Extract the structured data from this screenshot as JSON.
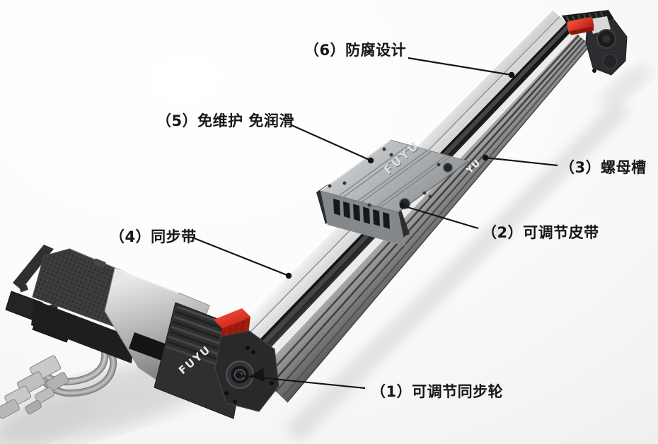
{
  "callouts": [
    {
      "num": "1",
      "feature": "可调节同步轮",
      "text": "（1）可调节同步轮"
    },
    {
      "num": "2",
      "feature": "可调节皮带",
      "text": "（2）可调节皮带"
    },
    {
      "num": "3",
      "feature": "螺母槽",
      "text": "（3）螺母槽"
    },
    {
      "num": "4",
      "feature": "同步带",
      "text": "（4）同步带"
    },
    {
      "num": "5",
      "feature": "免维护 免润滑",
      "text": "（5）免维护 免润滑"
    },
    {
      "num": "6",
      "feature": "防腐设计",
      "text": "（6）防腐设计"
    }
  ],
  "brand": {
    "carriage_text": "FUYU",
    "drive_block_text": "FUYU",
    "rail_side_text": "YU"
  },
  "colors": {
    "accent_red": "#d93527",
    "label_text": "#161616",
    "leader_line": "#141414",
    "rail_light": "#ededed",
    "metal_dark": "#2b2b2b",
    "background": "#f1f1f1"
  }
}
